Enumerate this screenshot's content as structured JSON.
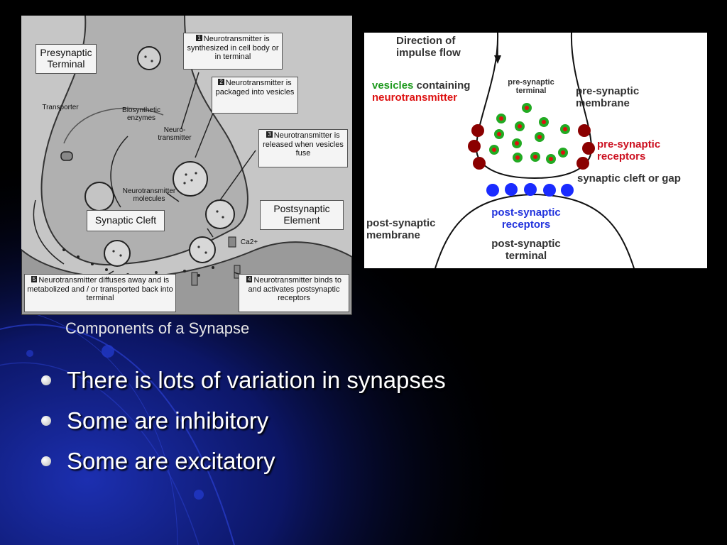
{
  "slide": {
    "bullets": [
      "There is lots of variation in synapses",
      "Some are inhibitory",
      "Some are excitatory"
    ]
  },
  "left_diagram": {
    "caption": "Components of a Synapse",
    "presynaptic_terminal": "Presynaptic Terminal",
    "transporter": "Transporter",
    "biosynthetic_enzymes": "Biosynthetic enzymes",
    "neurotransmitter_small": "Neuro-transmitter",
    "neurotransmitter_molecules": "Neurotransmitter molecules",
    "synaptic_cleft": "Synaptic Cleft",
    "postsynaptic_element": "Postsynaptic Element",
    "ca_label": "Ca2+",
    "steps": [
      {
        "num": "1",
        "text": "Neurotransmitter is synthesized in cell body or in terminal"
      },
      {
        "num": "2",
        "text": "Neurotransmitter is packaged into vesicles"
      },
      {
        "num": "3",
        "text": "Neurotransmitter is released when vesicles fuse"
      },
      {
        "num": "4",
        "text": "Neurotransmitter binds to and activates postsynaptic receptors"
      },
      {
        "num": "5",
        "text": "Neurotransmitter diffuses away and is metabolized and / or transported back into terminal"
      }
    ]
  },
  "right_diagram": {
    "direction": "Direction of impulse flow",
    "vesicles_word": "vesicles",
    "containing": "containing",
    "neurotransmitter": "neurotransmitter",
    "pre_terminal": "pre-synaptic terminal",
    "pre_membrane": "pre-synaptic membrane",
    "pre_receptors": "pre-synaptic receptors",
    "cleft": "synaptic cleft or gap",
    "post_receptors": "post-synaptic receptors",
    "post_membrane": "post-synaptic membrane",
    "post_terminal": "post-synaptic terminal"
  },
  "colors": {
    "background": "#000000",
    "blue_glow": "#10208a",
    "vesicle_green": "#22aa22",
    "vesicle_red": "#dd1111",
    "pre_receptor": "#8b0000",
    "post_receptor": "#1a2bff",
    "label_green": "#1f9a1f",
    "label_red": "#dd1111",
    "label_blue": "#2233dd",
    "receptor_label_red": "#cc1020"
  }
}
